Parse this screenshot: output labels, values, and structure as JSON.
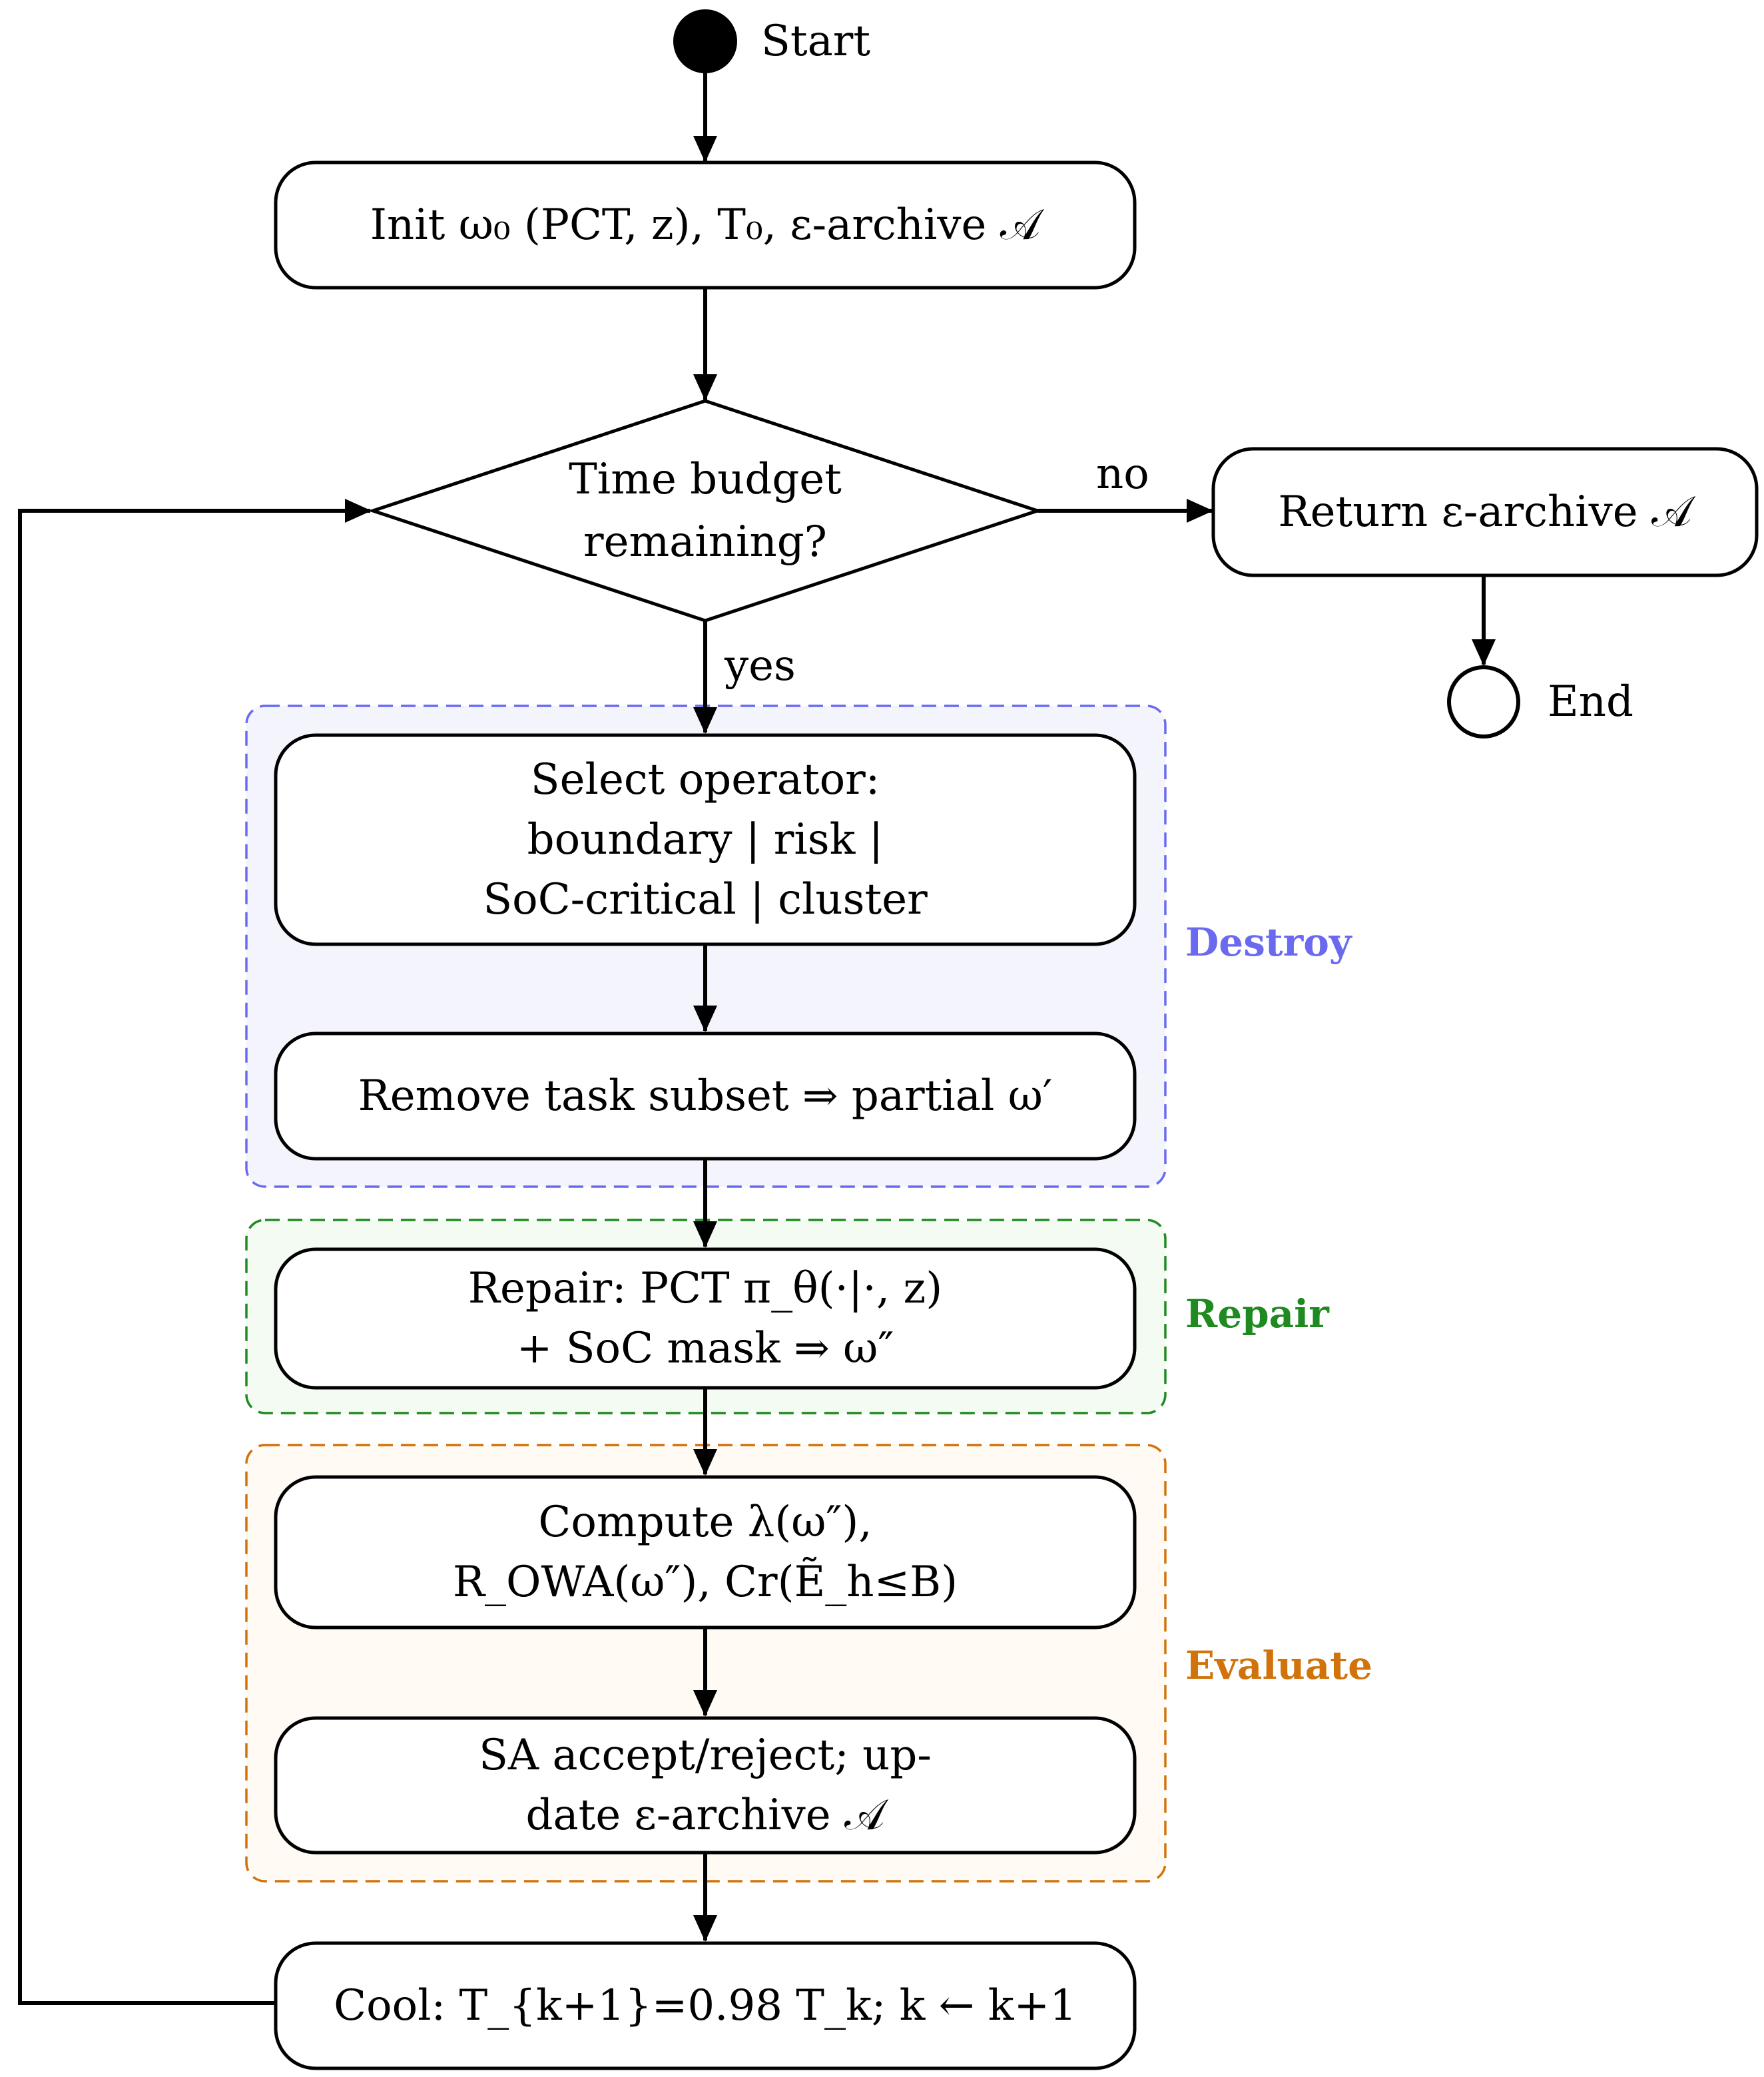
{
  "colors": {
    "destroy": "#6a6af0",
    "destroy_fill": "#f4f4fd",
    "repair": "#1f8a1f",
    "repair_fill": "#f3fbf3",
    "evaluate": "#d2720a",
    "evaluate_fill": "#fffaf3"
  },
  "nodes": {
    "start": {
      "label": "Start"
    },
    "init": {
      "lines": [
        "Init ω₀ (PCT, z), T₀, ε-archive 𝒜"
      ]
    },
    "decision": {
      "lines": [
        "Time budget",
        "remaining?"
      ]
    },
    "return": {
      "lines": [
        "Return ε-archive 𝒜"
      ]
    },
    "end": {
      "label": "End"
    },
    "select": {
      "lines": [
        "Select operator:",
        "boundary | risk |",
        "SoC-critical | cluster"
      ]
    },
    "remove": {
      "lines": [
        "Remove task subset ⇒ partial ω′"
      ]
    },
    "repair": {
      "lines": [
        "Repair:  PCT π_θ(·|·, z)",
        "+ SoC mask ⇒ ω″"
      ]
    },
    "compute": {
      "lines": [
        "Compute λ(ω″),",
        "R_OWA(ω″), Cr(Ẽ_h≤B)"
      ]
    },
    "accept": {
      "lines": [
        "SA accept/reject; up-",
        "date ε-archive 𝒜"
      ]
    },
    "cool": {
      "lines": [
        "Cool:  T_{k+1}=0.98 T_k;  k ← k+1"
      ]
    }
  },
  "edges": {
    "no_label": "no",
    "yes_label": "yes"
  },
  "groups": {
    "destroy": {
      "label": "Destroy"
    },
    "repair": {
      "label": "Repair"
    },
    "evaluate": {
      "label": "Evaluate"
    }
  }
}
